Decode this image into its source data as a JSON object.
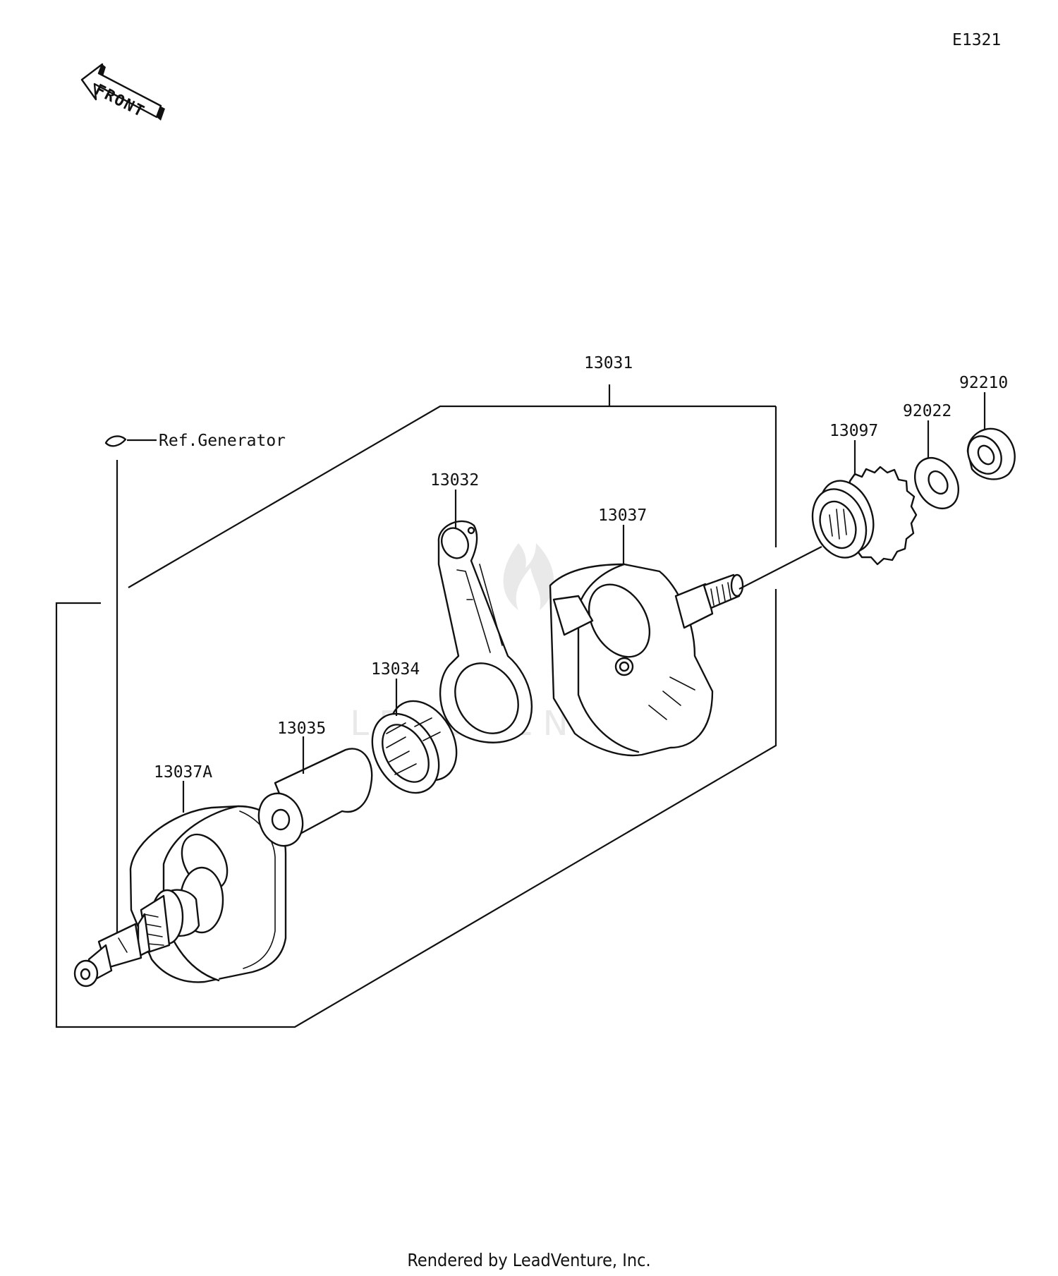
{
  "diagram_id": "E1321",
  "front_arrow_label": "FRONT",
  "ref_note": "Ref.Generator",
  "watermark": "LEADVENTURE",
  "footer": "Rendered by LeadVenture, Inc.",
  "callouts": {
    "crankshaft_assembly": "13031",
    "connecting_rod": "13032",
    "needle_bearing": "13034",
    "crank_pin": "13035",
    "crankshaft_right": "13037",
    "crankshaft_left": "13037A",
    "gear": "13097",
    "washer": "92022",
    "nut": "92210"
  }
}
